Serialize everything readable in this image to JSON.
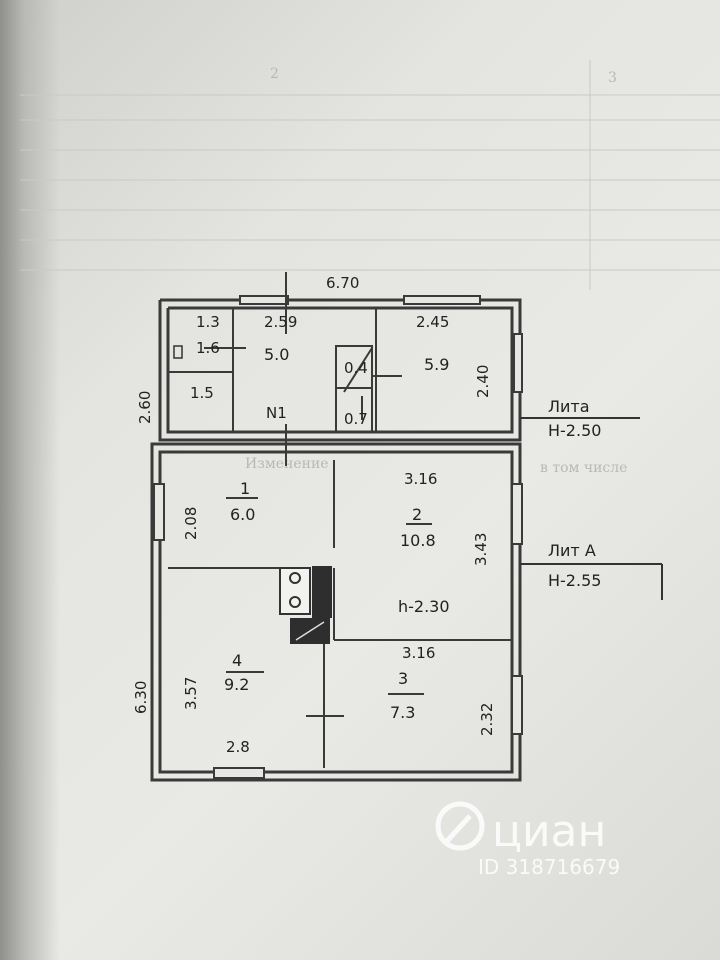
{
  "plan": {
    "overall_width": "6.70",
    "overall_height": "6.30",
    "left_height_top": "2.60",
    "marker_n1": "N1",
    "height_note": "h-2.30",
    "rooms": [
      {
        "id": "r1",
        "number": "1",
        "area": "6.0"
      },
      {
        "id": "r2",
        "number": "2",
        "area": "10.8"
      },
      {
        "id": "r3",
        "number": "3",
        "area": "7.3"
      },
      {
        "id": "r4",
        "number": "4",
        "area": "9.2"
      },
      {
        "id": "r5",
        "area": "5.0"
      },
      {
        "id": "r6",
        "area": "5.9"
      }
    ],
    "small_values": {
      "a": "1.3",
      "b": "1.6",
      "c": "1.5",
      "d": "0.4",
      "e": "0.7"
    },
    "dimensions": {
      "top_left": "2.59",
      "top_right": "2.45",
      "right_top": "2.40",
      "r1_height": "2.08",
      "r2_width_top": "3.16",
      "r2_height": "3.43",
      "r3_width_top": "3.16",
      "r3_height": "2.32",
      "r4_height": "3.57",
      "r4_width": "2.8"
    },
    "legend": [
      {
        "name": "Лита",
        "height": "Н-2.50"
      },
      {
        "name": "Лит А",
        "height": "Н-2.55"
      }
    ]
  },
  "background_text": [
    "2",
    "3",
    "Изменение",
    "в том числе"
  ],
  "watermark": {
    "brand": "циан",
    "id": "ID 318716679"
  }
}
